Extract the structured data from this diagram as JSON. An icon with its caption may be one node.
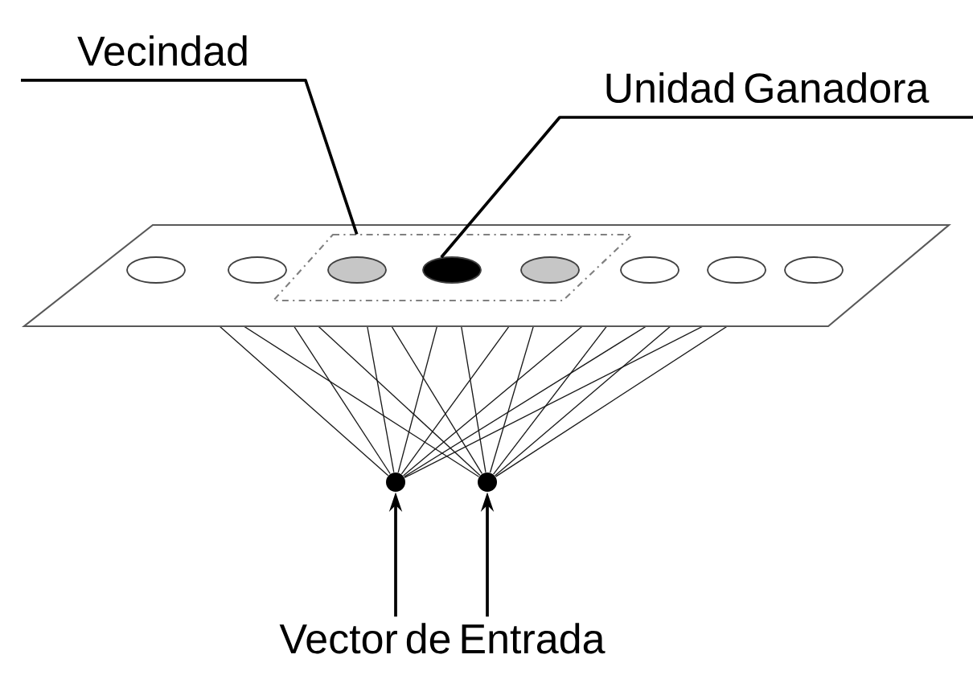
{
  "diagram": {
    "nodes": [
      {
        "text": [],
        "shape": "box"
      },
      {
        "text": [
          "Vecindad"
        ]
      },
      {
        "text": [
          "Unidad Ganadora"
        ]
      },
      {
        "text": [],
        "shape": "box",
        "in": 0
      },
      {
        "text": [],
        "shape": "circle",
        "in": 0
      },
      {
        "text": [],
        "shape": "circle",
        "in": 0
      },
      {
        "text": [],
        "shape": "circle",
        "in": 3
      },
      {
        "text": [],
        "shape": "circle",
        "in": 3
      },
      {
        "text": [],
        "shape": "circle",
        "in": 3
      },
      {
        "text": [],
        "shape": "circle",
        "in": 0
      },
      {
        "text": [],
        "shape": "circle",
        "in": 0
      },
      {
        "text": [],
        "shape": "circle",
        "in": 0
      },
      {
        "text": [],
        "shape": "circle"
      },
      {
        "text": [],
        "shape": "circle"
      },
      {
        "text": [
          "Vector de Entrada"
        ]
      }
    ],
    "edges": [
      {
        "from": 1,
        "to": 3,
        "arrow": "none"
      },
      {
        "from": 2,
        "to": 7,
        "arrow": "none"
      },
      {
        "from": 14,
        "to": 12,
        "arrow": "to"
      },
      {
        "from": 14,
        "to": 13,
        "arrow": "to"
      },
      {
        "from": 12,
        "to": 4,
        "arrow": "none"
      },
      {
        "from": 12,
        "to": 5,
        "arrow": "none"
      },
      {
        "from": 12,
        "to": 6,
        "arrow": "none"
      },
      {
        "from": 12,
        "to": 7,
        "arrow": "none"
      },
      {
        "from": 12,
        "to": 8,
        "arrow": "none"
      },
      {
        "from": 12,
        "to": 9,
        "arrow": "none"
      },
      {
        "from": 12,
        "to": 10,
        "arrow": "none"
      },
      {
        "from": 12,
        "to": 11,
        "arrow": "none"
      },
      {
        "from": 13,
        "to": 4,
        "arrow": "none"
      },
      {
        "from": 13,
        "to": 5,
        "arrow": "none"
      },
      {
        "from": 13,
        "to": 6,
        "arrow": "none"
      },
      {
        "from": 13,
        "to": 7,
        "arrow": "none"
      },
      {
        "from": 13,
        "to": 8,
        "arrow": "none"
      },
      {
        "from": 13,
        "to": 9,
        "arrow": "none"
      },
      {
        "from": 13,
        "to": 10,
        "arrow": "none"
      },
      {
        "from": 13,
        "to": 11,
        "arrow": "none"
      }
    ]
  }
}
